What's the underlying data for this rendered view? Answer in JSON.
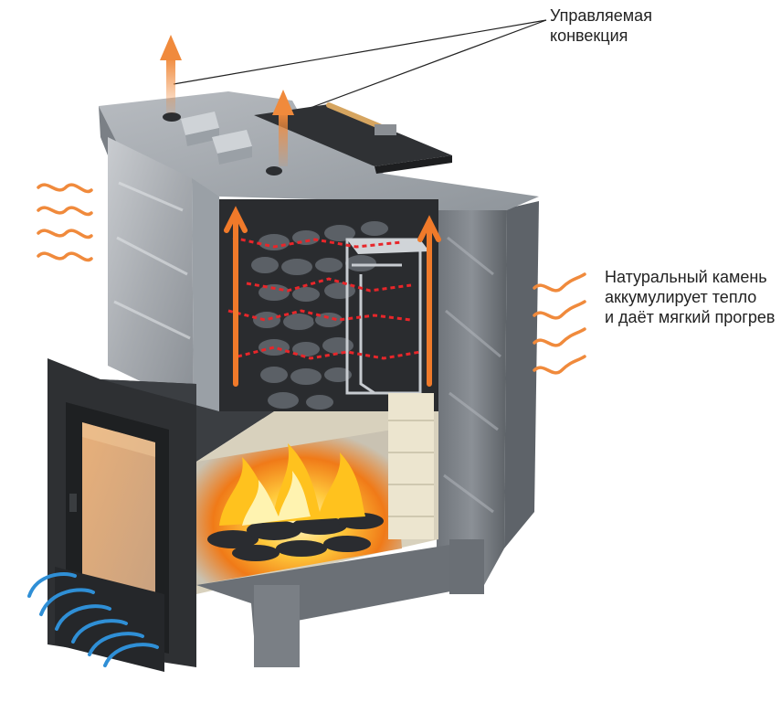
{
  "labels": {
    "convection": {
      "line1": "Управляемая",
      "line2": "конвекция"
    },
    "stone": {
      "line1": "Натуральный камень",
      "line2": "аккумулирует тепло",
      "line3": "и даёт мягкий прогрев"
    }
  },
  "colors": {
    "hot_arrow": "#f08a3c",
    "cold_arrow": "#2f8fd6",
    "convection_path": "#e8262a",
    "soapstone": "#8e9399",
    "firebox_frame": "#2a2c2f",
    "flame": "#ffb020"
  },
  "icons": [
    "warm-air-arrow-icon",
    "cold-air-arrow-icon",
    "heat-wave-icon",
    "flame-icon"
  ]
}
